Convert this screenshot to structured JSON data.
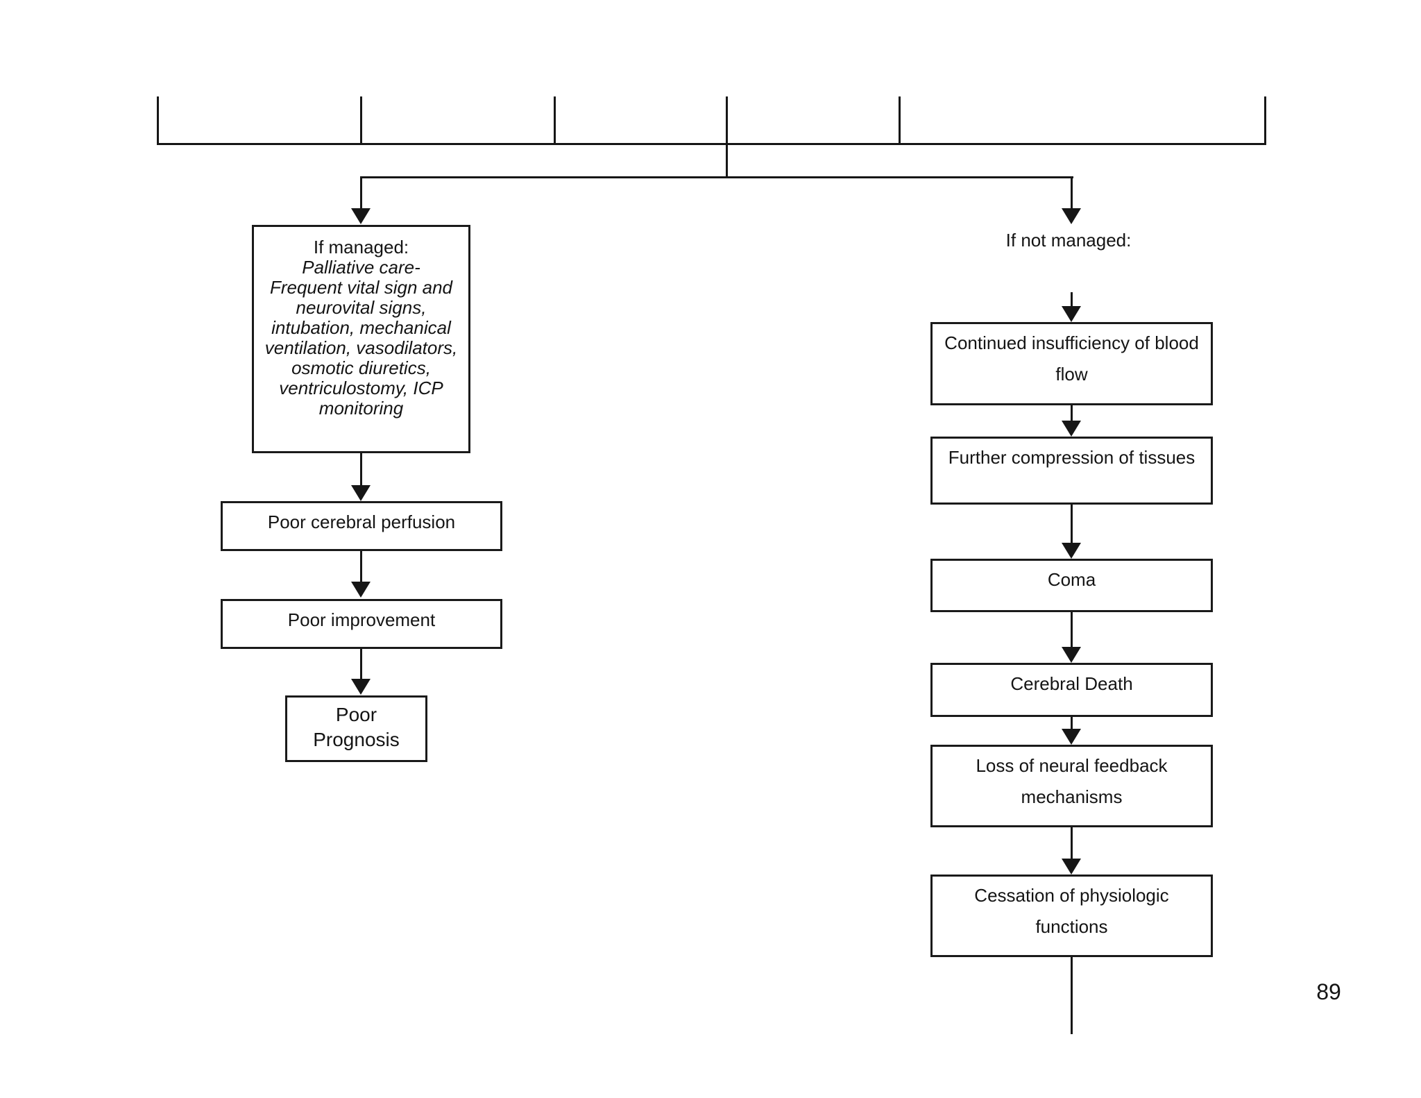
{
  "page_number": "89",
  "left_branch": {
    "managed_title": "If managed:",
    "managed_lines": [
      "Palliative care-",
      "Frequent vital sign and",
      "neurovital signs,",
      "intubation, mechanical",
      "ventilation, vasodilators,",
      "osmotic diuretics,",
      "ventriculostomy, ICP",
      "monitoring"
    ],
    "step1": "Poor cerebral perfusion",
    "step2": "Poor improvement",
    "step3_line1": "Poor",
    "step3_line2": "Prognosis"
  },
  "right_branch": {
    "label": "If not managed:",
    "box1_line1": "Continued insufficiency of blood",
    "box1_line2": "flow",
    "box2": "Further compression of tissues",
    "box3": "Coma",
    "box4": "Cerebral Death",
    "box5_line1": "Loss of neural feedback",
    "box5_line2": "mechanisms",
    "box6_line1": "Cessation of physiologic",
    "box6_line2": "functions"
  },
  "colors": {
    "ink": "#161616",
    "background": "#ffffff"
  }
}
